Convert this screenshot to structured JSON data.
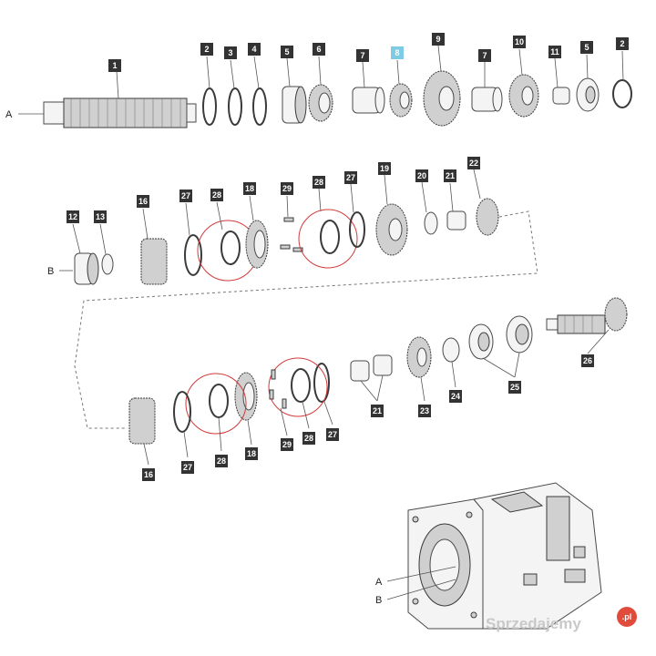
{
  "labels": [
    "1",
    "2",
    "3",
    "4",
    "5",
    "6",
    "7",
    "8",
    "9",
    "7",
    "10",
    "11",
    "5",
    "2",
    "12",
    "13",
    "16",
    "27",
    "28",
    "18",
    "29",
    "28",
    "27",
    "19",
    "20",
    "21",
    "22",
    "26",
    "25",
    "24",
    "23",
    "21",
    "16",
    "27",
    "28",
    "18",
    "29",
    "28",
    "27"
  ],
  "highlighted_label": "8",
  "connectors": {
    "a_top": "A",
    "b_mid": "B",
    "a_housing": "A",
    "b_housing": "B"
  },
  "watermark": {
    "brand": "Sprzedajemy",
    "suffix": ".pl"
  },
  "colors": {
    "label_bg": "#333333",
    "label_highlight": "#7ecbe6",
    "red_circle": "#d23a3a"
  }
}
